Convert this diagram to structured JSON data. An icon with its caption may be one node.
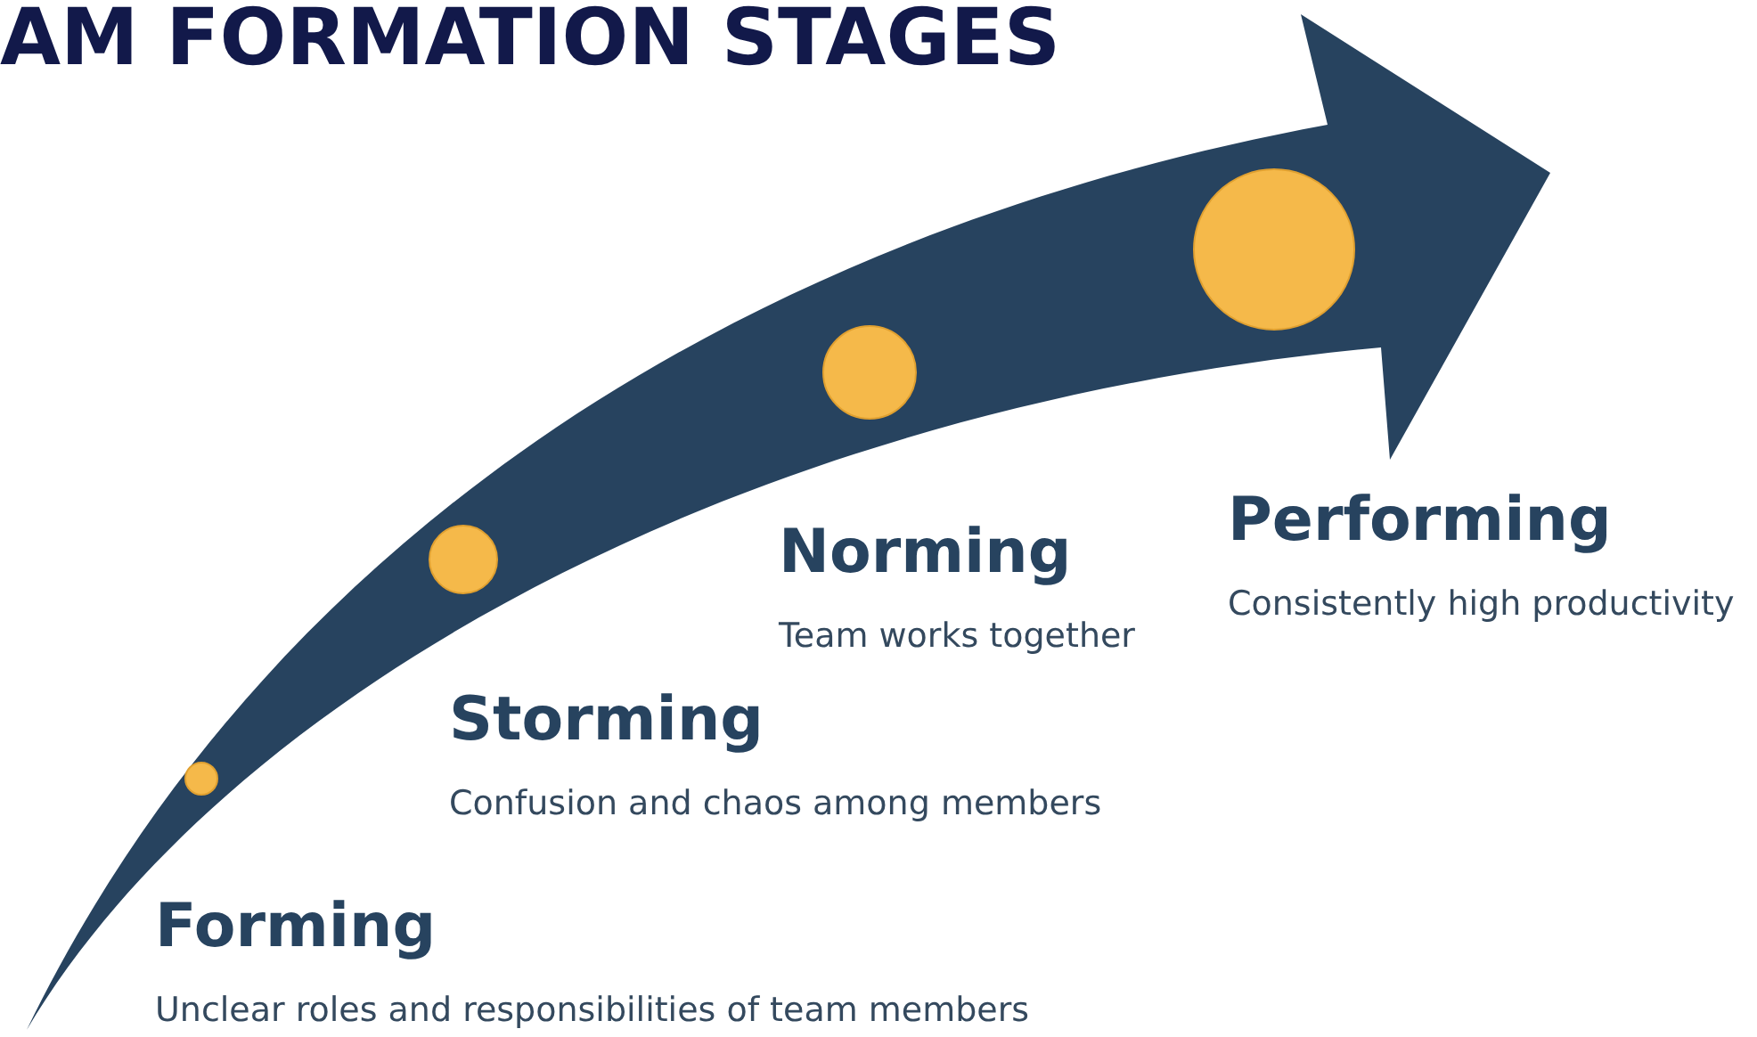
{
  "diagram": {
    "title": "AM FORMATION STAGES",
    "labels": [
      "Forming",
      "Unclear roles and responsibilities of team members",
      "Storming",
      "Confusion and chaos among members",
      "Norming",
      "Team works together",
      "Performing",
      "Consistently high productivity"
    ]
  }
}
